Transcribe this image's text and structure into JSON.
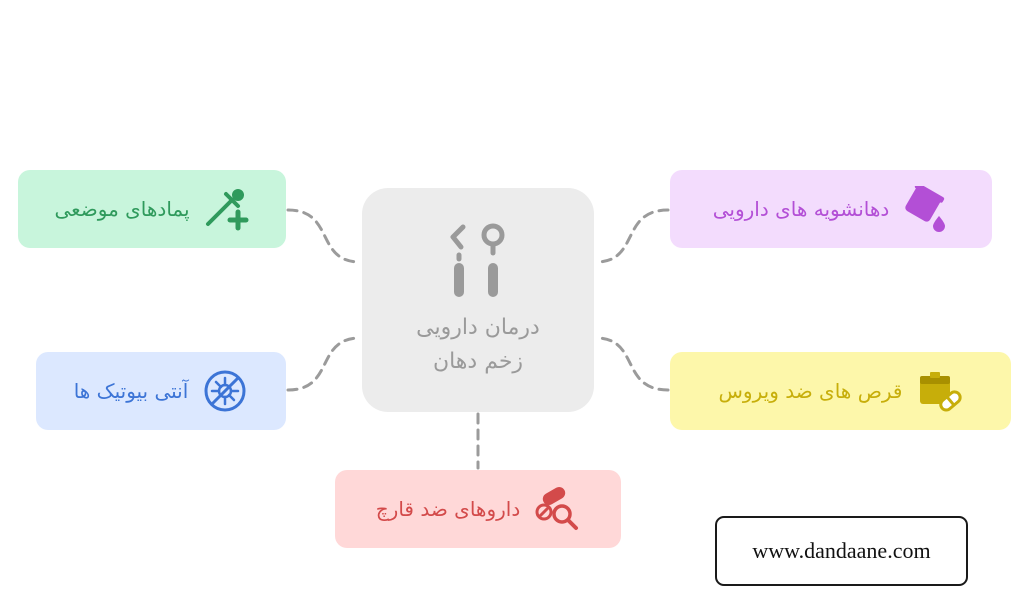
{
  "diagram": {
    "center": {
      "title_line1": "درمان دارویی",
      "title_line2": "زخم دهان",
      "icon": "dental-tools-icon"
    },
    "nodes": {
      "ointment": {
        "label": "پمادهای موضعی",
        "icon": "syringe-plus-icon",
        "color": "#2f9a5c",
        "bg": "#c8f5dc"
      },
      "antibiotic": {
        "label": "آنتی بیوتیک ها",
        "icon": "virus-icon",
        "color": "#3c74d6",
        "bg": "#dce8ff"
      },
      "antifungal": {
        "label": "داروهای ضد قارچ",
        "icon": "pills-search-icon",
        "color": "#d34a4a",
        "bg": "#ffd8d8"
      },
      "mouthwash": {
        "label": "دهانشویه های دارویی",
        "icon": "bottle-drop-icon",
        "color": "#b34fd6",
        "bg": "#f3dcfd"
      },
      "antiviral": {
        "label": "قرص های ضد ویروس",
        "icon": "medicine-box-icon",
        "color": "#c7ae0a",
        "bg": "#fdf7aa"
      }
    }
  },
  "watermark": {
    "text": "www.dandaane.com"
  }
}
